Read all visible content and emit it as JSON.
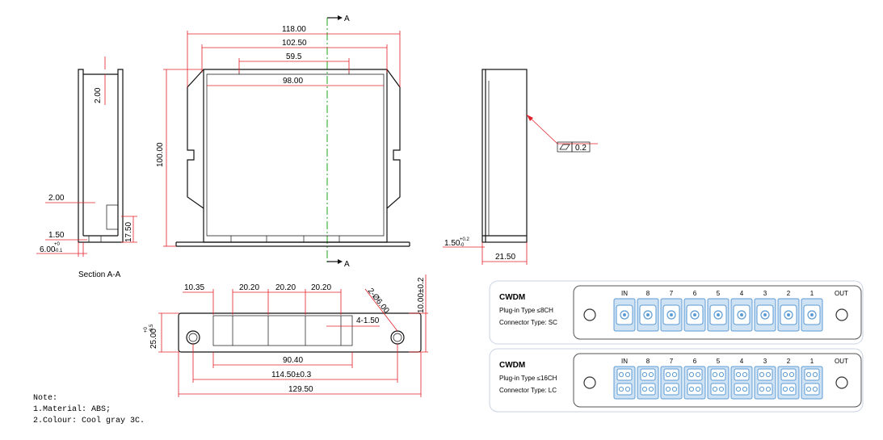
{
  "dimensions": {
    "top_width_outer": "118.00",
    "top_width_inner": "102.50",
    "top_slot": "59.5",
    "inner_width": "98.00",
    "height": "100.00",
    "section_wall_top": "2.00",
    "section_wall_side": "2.00",
    "section_tab": "17.50",
    "section_base": "1.50",
    "section_lip": "6.00",
    "section_lip_tol": "+0\n-0.1",
    "side_base": "1.50",
    "side_base_tol": "+0.2\n-0",
    "side_depth": "21.50",
    "flatness_value": "0.2",
    "bottom_edge": "10.35",
    "bottom_pitch_1": "20.20",
    "bottom_pitch_2": "20.20",
    "bottom_pitch_3": "20.20",
    "bottom_hole": "2-Ø6.00",
    "bottom_depth": "10.00±0.2",
    "bottom_height": "25.00",
    "bottom_height_tol": "+0\n-0.5",
    "bottom_slot": "4-1.50",
    "bottom_span_1": "90.40",
    "bottom_span_2": "114.50±0.3",
    "bottom_total": "129.50"
  },
  "labels": {
    "section_mark_top": "A",
    "section_mark_bottom": "A",
    "section_caption": "Section A-A"
  },
  "notes": {
    "heading": "Note:",
    "line1": "1.Material: ABS;",
    "line2": "2.Colour: Cool gray 3C."
  },
  "panels": [
    {
      "title": "CWDM",
      "plugin": "Plug-in Type ≤8CH",
      "connector": "Connector Type: SC",
      "port_labels": [
        "IN",
        "8",
        "7",
        "6",
        "5",
        "4",
        "3",
        "2",
        "1"
      ],
      "out_label": "OUT",
      "port_type": "SC"
    },
    {
      "title": "CWDM",
      "plugin": "Plug-in Type ≤16CH",
      "connector": "Connector Type: LC",
      "port_labels": [
        "IN",
        "8",
        "7",
        "6",
        "5",
        "4",
        "3",
        "2",
        "1"
      ],
      "out_label": "OUT",
      "port_type": "LC"
    }
  ],
  "colors": {
    "dimension_line": "#e0202a",
    "outline": "#111111",
    "centerline": "#1fa31f",
    "port_blue": "#5b9bd5",
    "port_fill": "#cfe2f3",
    "panel_border": "#c9d3e3"
  }
}
